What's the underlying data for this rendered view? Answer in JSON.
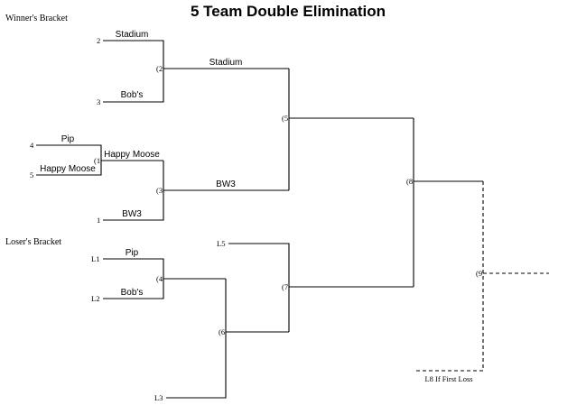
{
  "title": "5 Team Double Elimination",
  "sections": {
    "winners": "Winner's Bracket",
    "losers": "Loser's Bracket"
  },
  "seeds": {
    "s2": "2",
    "s3": "3",
    "s4": "4",
    "s5": "5",
    "s1": "1",
    "l1": "L1",
    "l2": "L2",
    "l3": "L3",
    "l5": "L5"
  },
  "games": {
    "g1": "(1",
    "g2": "(2",
    "g3": "(3",
    "g4": "(4",
    "g5": "(5",
    "g6": "(6",
    "g7": "(7",
    "g8": "(8",
    "g9": "(9"
  },
  "teams": {
    "stadium_r1": "Stadium",
    "bobs_r1": "Bob's",
    "pip_r1": "Pip",
    "happy_moose_r1": "Happy Moose",
    "happy_moose_r2": "Happy Moose",
    "bw3_r1": "BW3",
    "stadium_r2": "Stadium",
    "bw3_r2": "BW3",
    "pip_l1": "Pip",
    "bobs_l1": "Bob's"
  },
  "notes": {
    "l8": "L8 If First Loss"
  }
}
